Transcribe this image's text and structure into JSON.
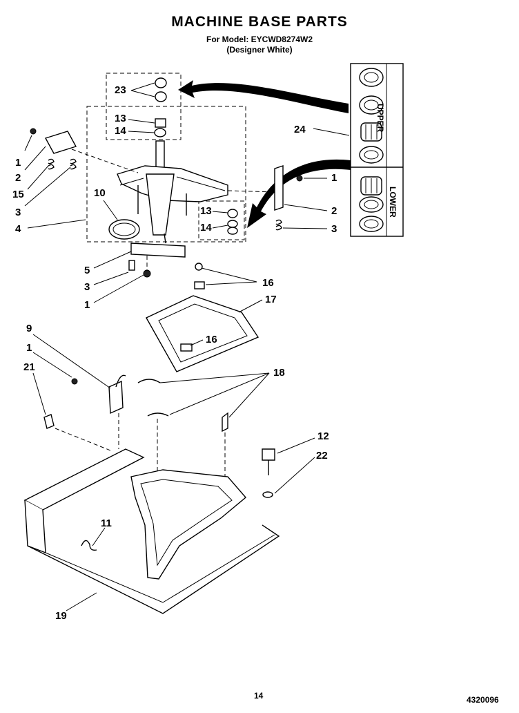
{
  "header": {
    "title": "MACHINE BASE PARTS",
    "model": "For Model: EYCWD8274W2",
    "color": "(Designer White)"
  },
  "callouts": {
    "c23": "23",
    "c13a": "13",
    "c14a": "14",
    "c24": "24",
    "c1a": "1",
    "c2a": "2",
    "c15": "15",
    "c3a": "3",
    "c4": "4",
    "c10": "10",
    "c13b": "13",
    "c14b": "14",
    "c1b": "1",
    "c2b": "2",
    "c3b": "3",
    "c5": "5",
    "c3c": "3",
    "c1c": "1",
    "c16a": "16",
    "c17": "17",
    "c16b": "16",
    "c9": "9",
    "c1d": "1",
    "c21": "21",
    "c18": "18",
    "c12": "12",
    "c22": "22",
    "c11": "11",
    "c19": "19"
  },
  "kit_box": {
    "upper": "UPPER",
    "lower": "LOWER"
  },
  "footer": {
    "page": "14",
    "doc_number": "4320096"
  }
}
